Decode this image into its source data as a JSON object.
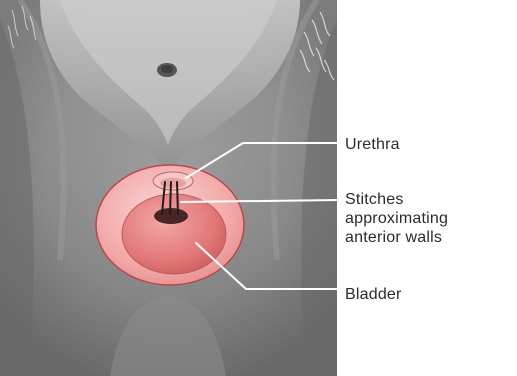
{
  "labels": {
    "urethra": "Urethra",
    "stitches": [
      "Stitches",
      "approximating",
      "anterior walls"
    ],
    "bladder": "Bladder"
  },
  "colors": {
    "background": "#ffffff",
    "tissue_dark": "#6e6e6e",
    "tissue_light": "#bdbdbd",
    "bladder_outer": "#f2a5a5",
    "bladder_inner": "#e37a7a",
    "bladder_rim": "#b84a4a",
    "leader_line": "#ffffff",
    "label_text": "#2b2b2b"
  }
}
